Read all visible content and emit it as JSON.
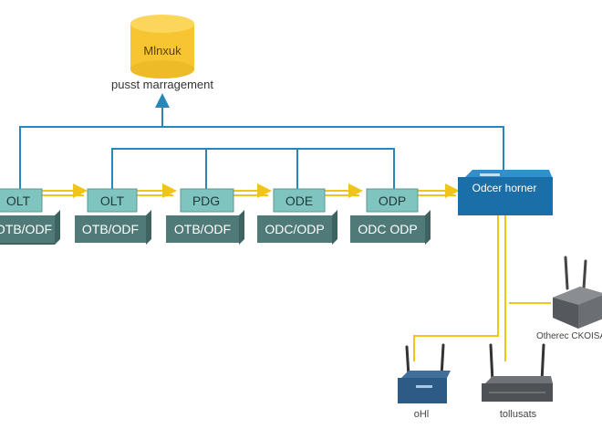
{
  "database": {
    "label": "Mlnxuk",
    "caption": "pusst marragement"
  },
  "nodes": [
    {
      "top": "OLT",
      "bottom": "OTB/ODF"
    },
    {
      "top": "OLT",
      "bottom": "OTB/ODF"
    },
    {
      "top": "PDG",
      "bottom": "OTB/ODF"
    },
    {
      "top": "ODE",
      "bottom": "ODC/ODP"
    },
    {
      "top": "ODP",
      "bottom": "ODC ODP"
    }
  ],
  "hub": {
    "label": "Odcer horner"
  },
  "devices": {
    "router_right": {
      "label": "Otherec CKOISA"
    },
    "router_left": {
      "label": "oHl"
    },
    "router_mid": {
      "label": "tollusats"
    }
  },
  "colors": {
    "teal_top": "#7fc4bf",
    "teal_dark": "#4f7a78",
    "blue_line": "#2a86b8",
    "yellow_line": "#f0c419",
    "hub_blue": "#1a6fa8",
    "db_yellow": "#f6c531"
  }
}
